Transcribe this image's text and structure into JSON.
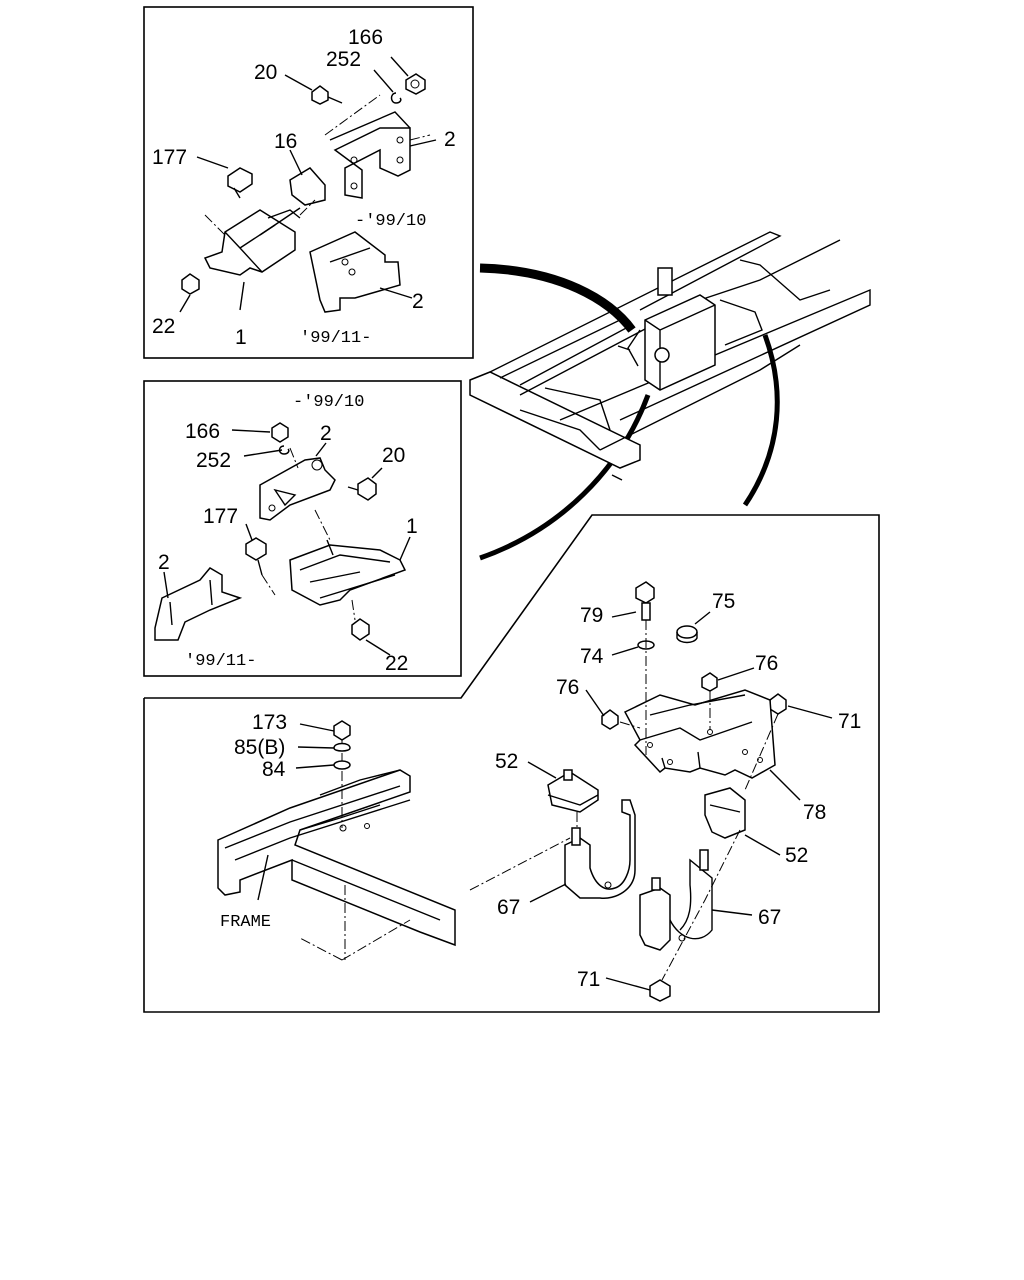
{
  "panels": {
    "top_left": {
      "labels": [
        "166",
        "252",
        "20",
        "2",
        "177",
        "16",
        "22",
        "1",
        "2"
      ],
      "period_upper": "-'99/10",
      "period_lower": "'99/11-"
    },
    "mid_left": {
      "period_upper": "-'99/10",
      "labels": [
        "166",
        "2",
        "252",
        "20",
        "177",
        "1",
        "2",
        "22"
      ],
      "period_lower": "'99/11-"
    },
    "right": {
      "labels": [
        "79",
        "75",
        "74",
        "76",
        "76",
        "71",
        "78"
      ]
    },
    "bottom": {
      "labels": [
        "173",
        "85(B)",
        "84",
        "52",
        "52",
        "67",
        "67",
        "71"
      ],
      "frame_label": "FRAME"
    }
  },
  "colors": {
    "line": "#000000",
    "background": "#ffffff"
  }
}
